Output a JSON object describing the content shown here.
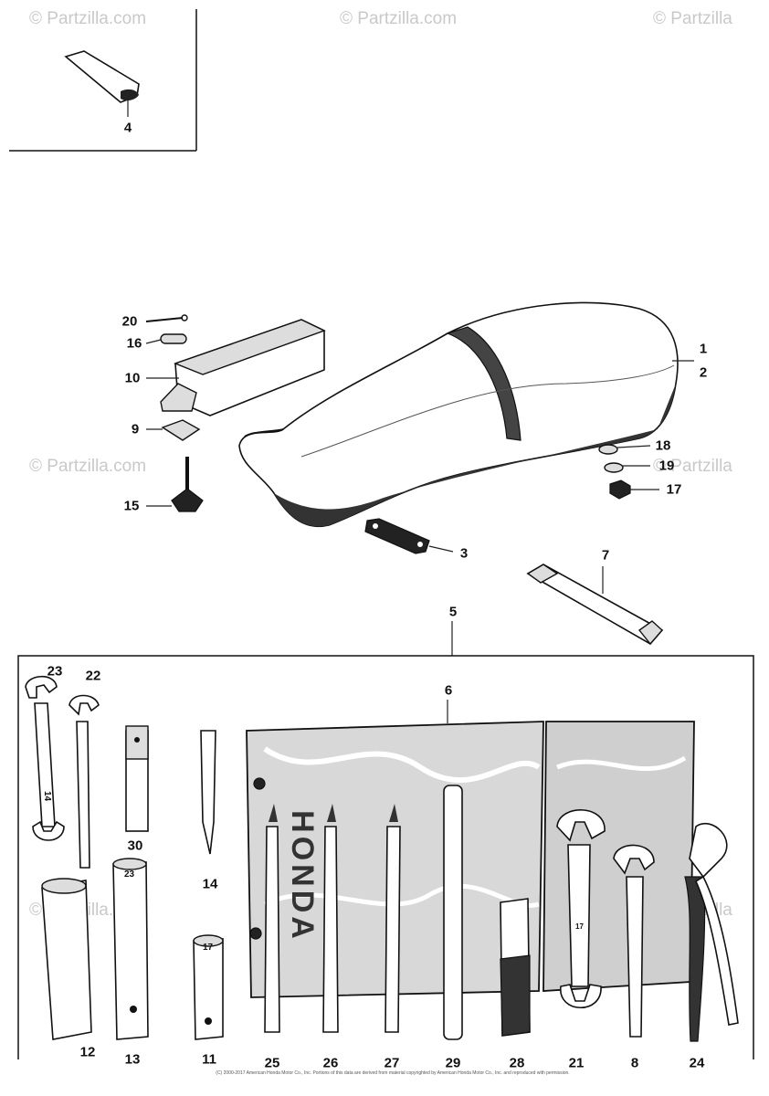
{
  "watermark": "© Partzilla.com",
  "watermark_short": "© Partzilla",
  "roll_brand": "HONDA",
  "wrench_size_left": "14",
  "wrench_size_right": "17",
  "socket_size_13": "23",
  "socket_size_11": "17",
  "copyright_text": "(C) 2000-2017 American Honda Motor Co., Inc. Portions of this data are derived from material copyrighted by American Honda Motor Co., Inc. and reproduced with permission.",
  "callouts": {
    "c1": "1",
    "c2": "2",
    "c3": "3",
    "c4": "4",
    "c5": "5",
    "c6": "6",
    "c7": "7",
    "c8": "8",
    "c9": "9",
    "c10": "10",
    "c11": "11",
    "c12": "12",
    "c13": "13",
    "c14": "14",
    "c15": "15",
    "c16": "16",
    "c17": "17",
    "c18": "18",
    "c19": "19",
    "c20": "20",
    "c21": "21",
    "c22": "22",
    "c23": "23",
    "c24": "24",
    "c25": "25",
    "c26": "26",
    "c27": "27",
    "c28": "28",
    "c29": "29",
    "c30": "30"
  }
}
